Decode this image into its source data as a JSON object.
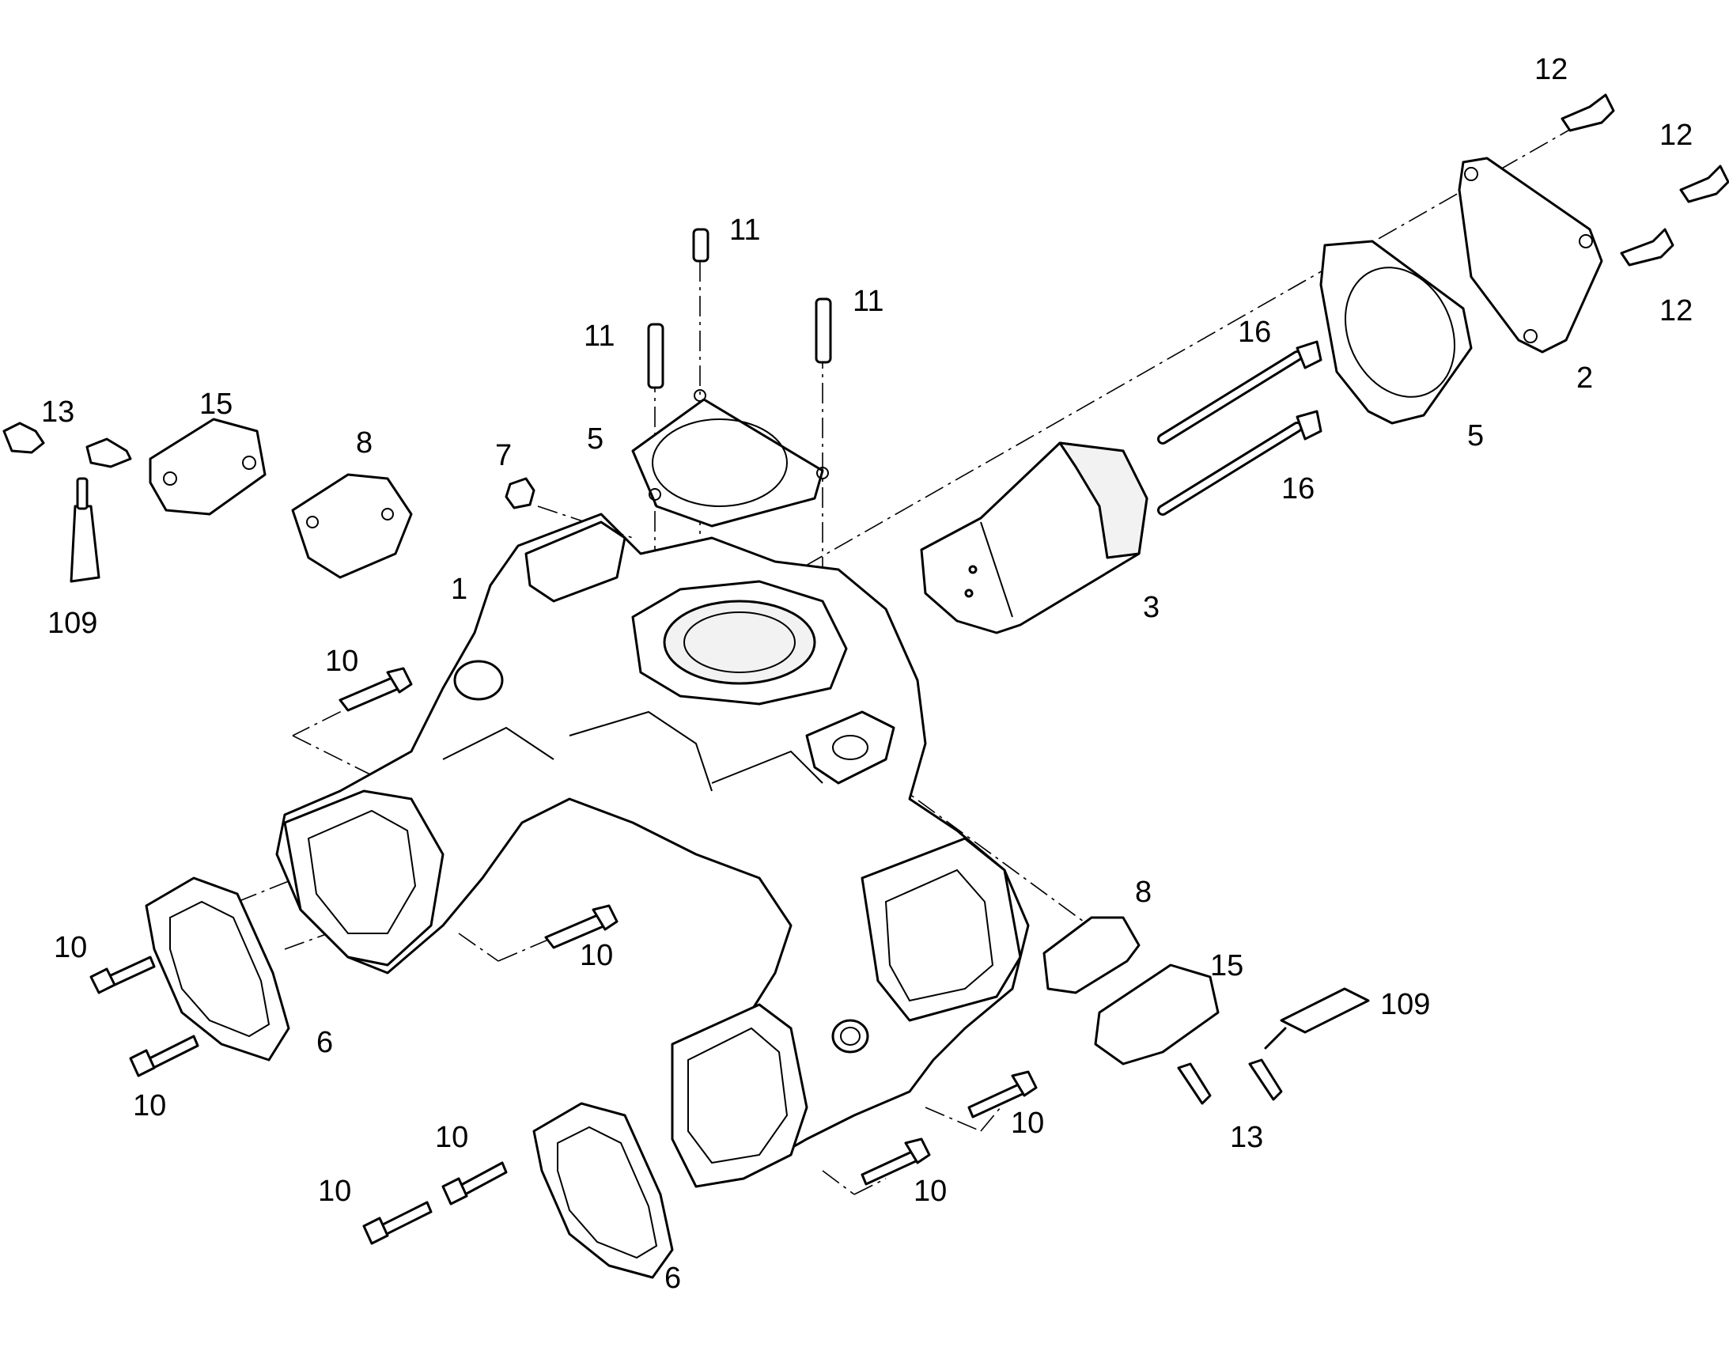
{
  "diagram": {
    "callouts": [
      {
        "id": "c12a",
        "text": "12"
      },
      {
        "id": "c12b",
        "text": "12"
      },
      {
        "id": "c12c",
        "text": "12"
      },
      {
        "id": "c2",
        "text": "2"
      },
      {
        "id": "c5a",
        "text": "5"
      },
      {
        "id": "c16a",
        "text": "16"
      },
      {
        "id": "c16b",
        "text": "16"
      },
      {
        "id": "c3",
        "text": "3"
      },
      {
        "id": "c11a",
        "text": "11"
      },
      {
        "id": "c11b",
        "text": "11"
      },
      {
        "id": "c11c",
        "text": "11"
      },
      {
        "id": "c5b",
        "text": "5"
      },
      {
        "id": "c7",
        "text": "7"
      },
      {
        "id": "c1",
        "text": "1"
      },
      {
        "id": "c13a",
        "text": "13"
      },
      {
        "id": "c15a",
        "text": "15"
      },
      {
        "id": "c8a",
        "text": "8"
      },
      {
        "id": "c109a",
        "text": "109"
      },
      {
        "id": "c10a",
        "text": "10"
      },
      {
        "id": "c10b",
        "text": "10"
      },
      {
        "id": "c10c",
        "text": "10"
      },
      {
        "id": "c10d",
        "text": "10"
      },
      {
        "id": "c6a",
        "text": "6"
      },
      {
        "id": "c8b",
        "text": "8"
      },
      {
        "id": "c15b",
        "text": "15"
      },
      {
        "id": "c109b",
        "text": "109"
      },
      {
        "id": "c13b",
        "text": "13"
      },
      {
        "id": "c10e",
        "text": "10"
      },
      {
        "id": "c10f",
        "text": "10"
      },
      {
        "id": "c10g",
        "text": "10"
      },
      {
        "id": "c10h",
        "text": "10"
      },
      {
        "id": "c6b",
        "text": "6"
      }
    ]
  }
}
